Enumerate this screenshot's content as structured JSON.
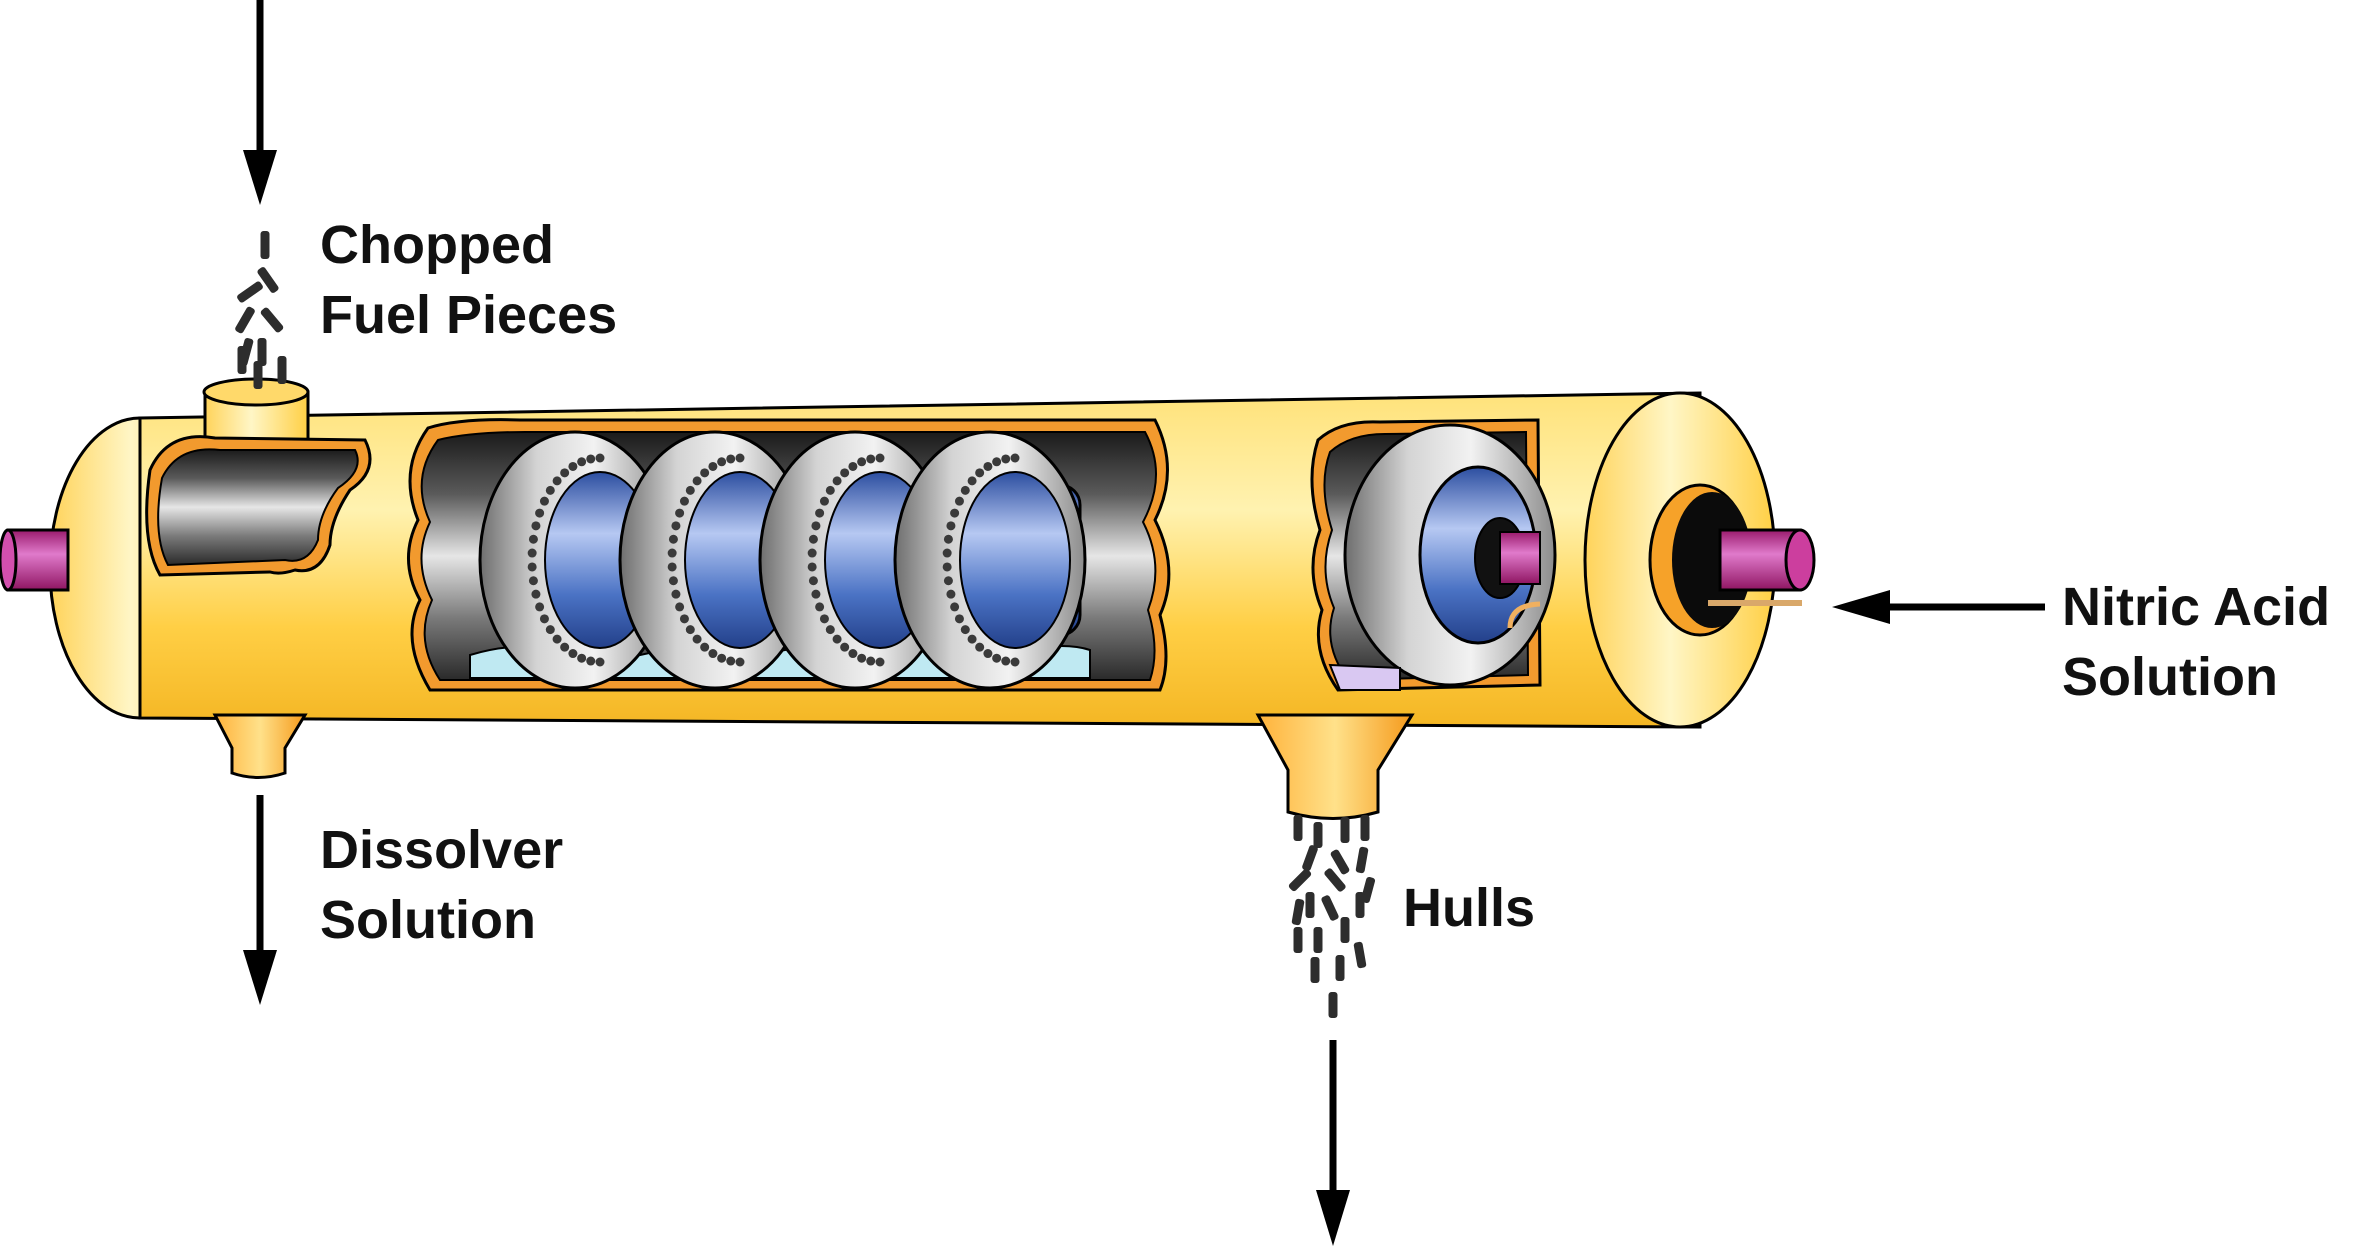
{
  "labels": {
    "chopped": [
      "Chopped",
      "Fuel Pieces"
    ],
    "dissolver": [
      "Dissolver",
      "Solution"
    ],
    "hulls": [
      "Hulls"
    ],
    "nitric": [
      "Nitric Acid",
      "Solution"
    ]
  },
  "colors": {
    "vessel_body": "#ffc93a",
    "vessel_light": "#fff4b8",
    "vessel_edge": "#000000",
    "cut_edge": "#f29a2e",
    "shaft": "#b3227f",
    "shaft_light": "#e277cb",
    "drum_blue": "#3c64b8",
    "drum_light": "#c8d8ff",
    "disc_gray": "#9a9a9a",
    "liquid": "#bfe9f2",
    "arrow": "#000000",
    "debris": "#2d2d2d"
  }
}
